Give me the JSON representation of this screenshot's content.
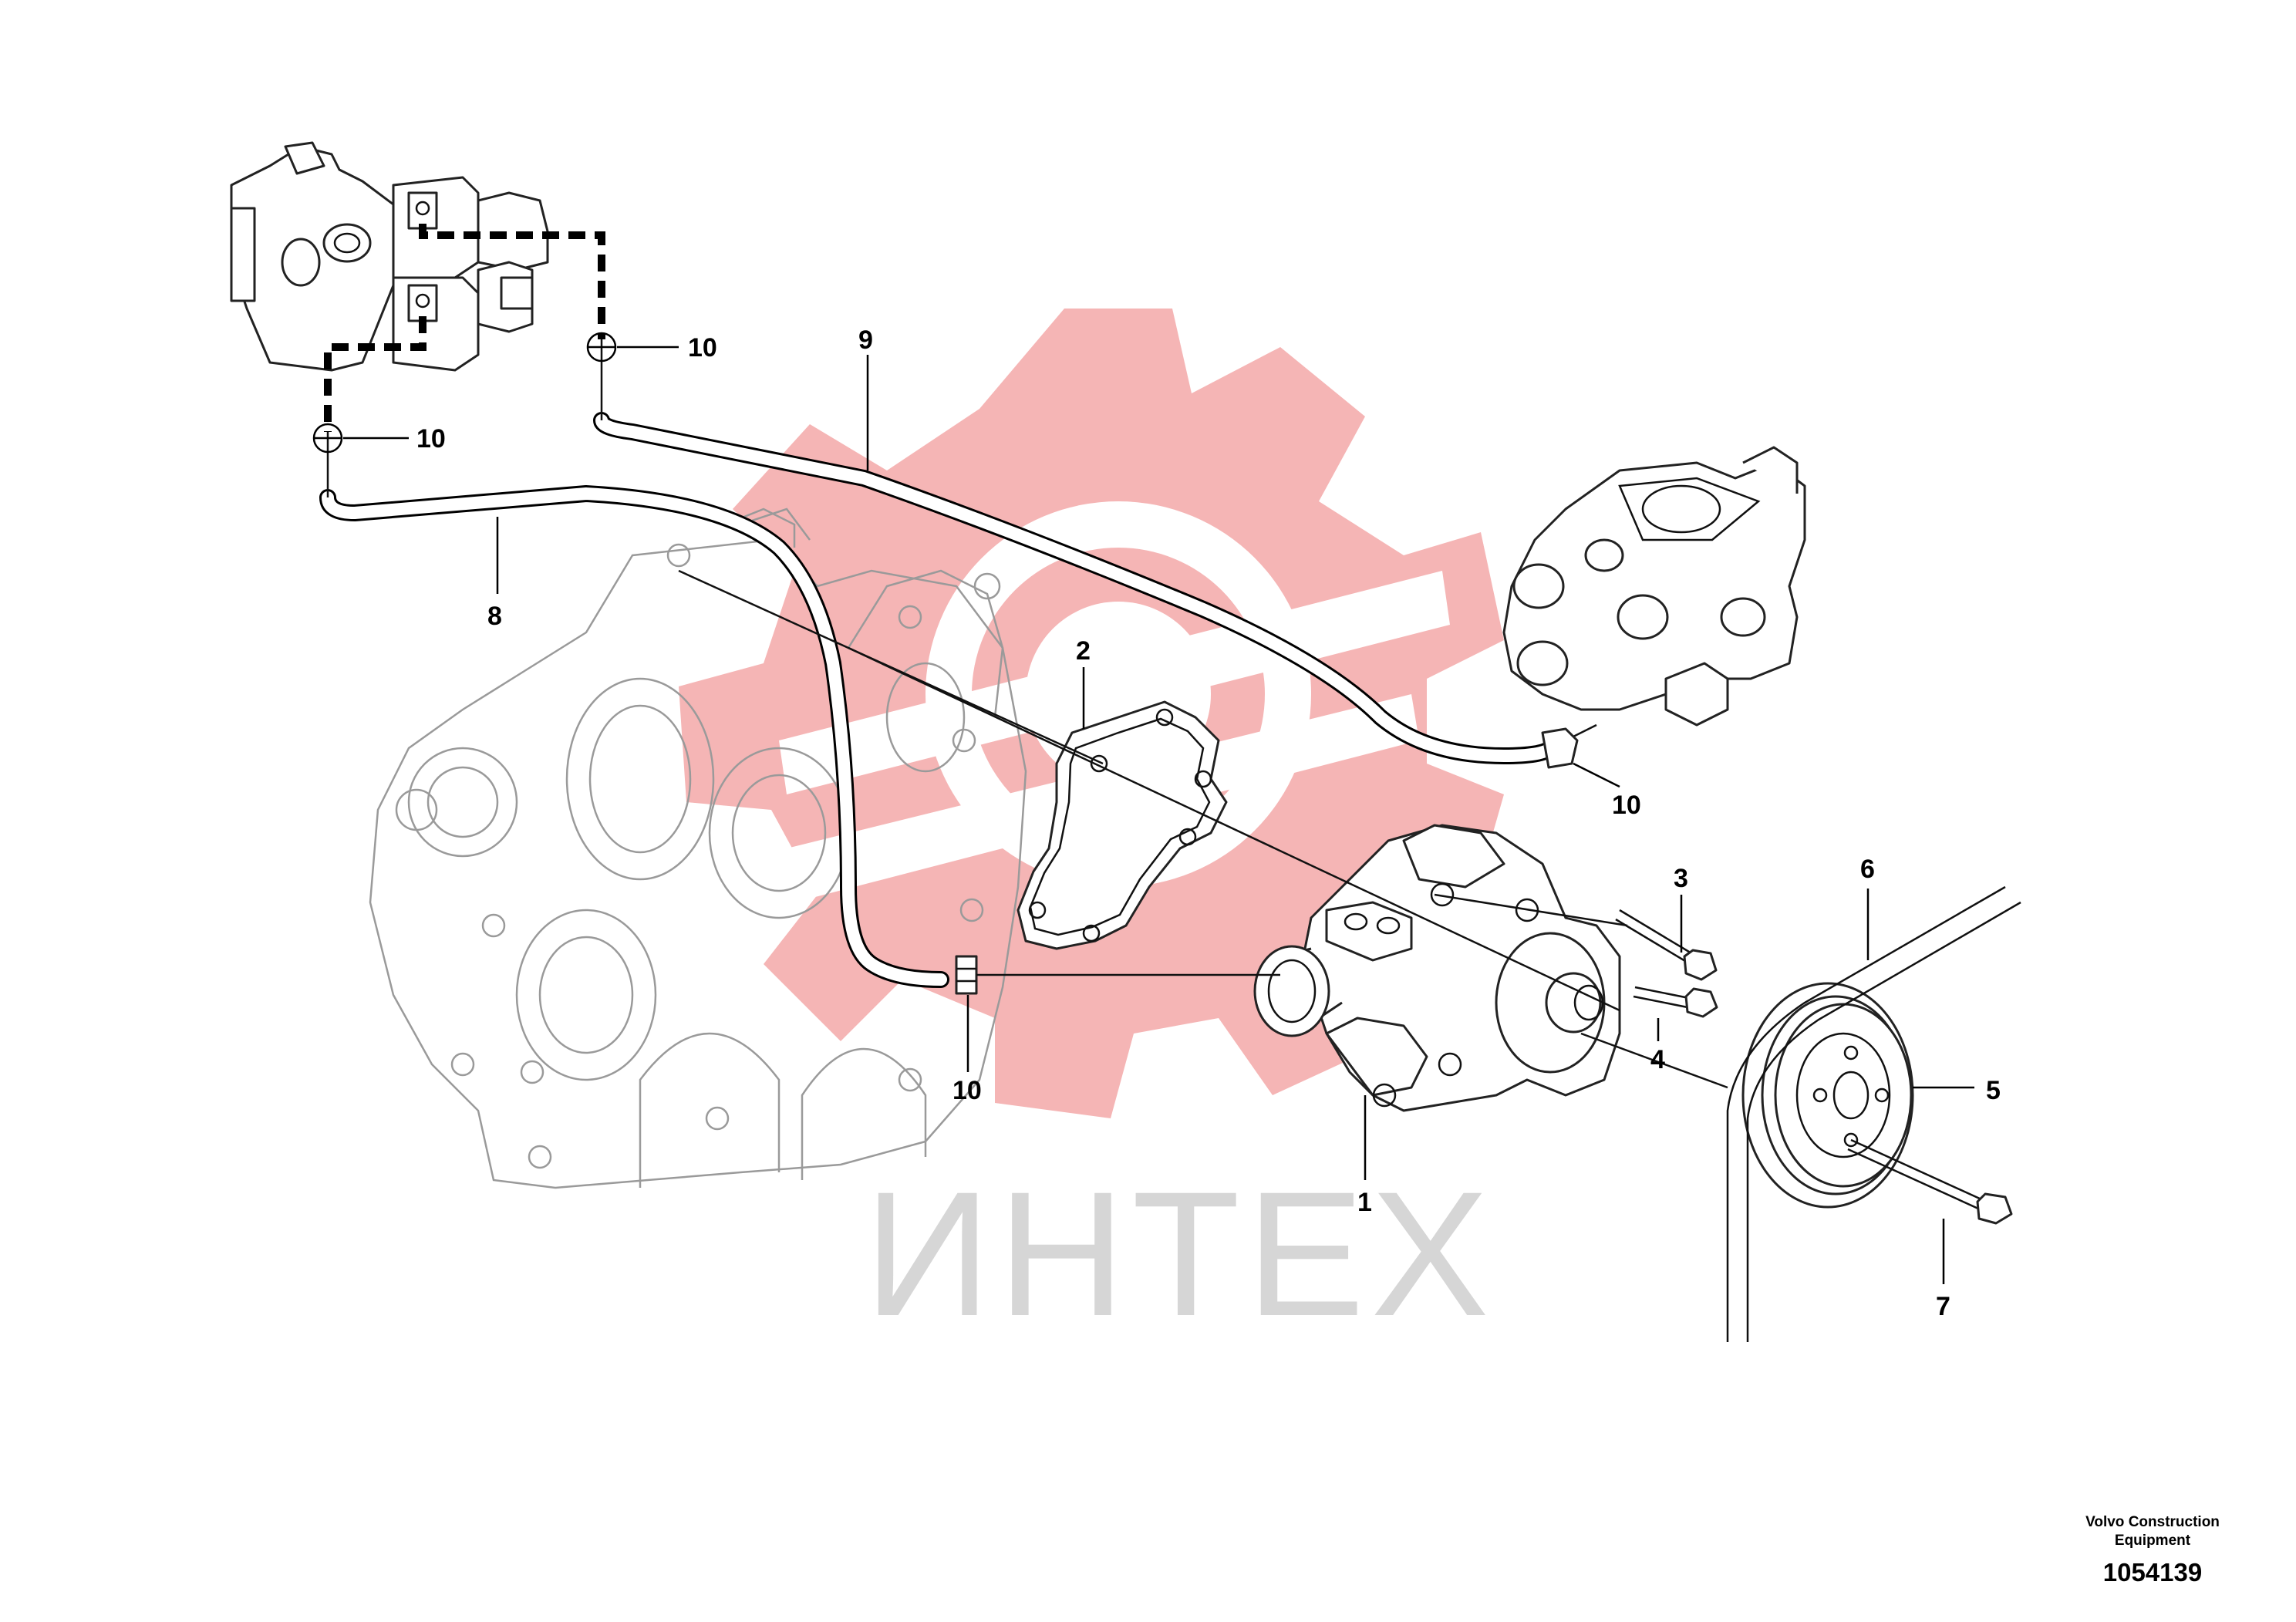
{
  "watermark": {
    "text": "ИНТЕХ",
    "gear_color": "#f5b5b5",
    "text_color": "#d6d6d6"
  },
  "callouts": {
    "c1": "1",
    "c2": "2",
    "c3": "3",
    "c4": "4",
    "c5": "5",
    "c6": "6",
    "c7": "7",
    "c8": "8",
    "c9": "9",
    "c10a": "10",
    "c10b": "10",
    "c10c": "10",
    "c10d": "10"
  },
  "footer": {
    "maker_line1": "Volvo Construction",
    "maker_line2": "Equipment",
    "doc_number": "1054139"
  }
}
